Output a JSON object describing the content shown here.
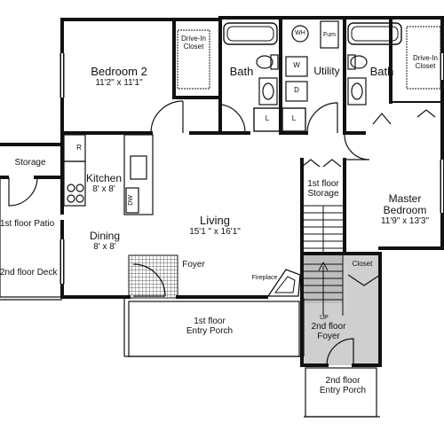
{
  "plan": {
    "rooms": {
      "bedroom2": {
        "name": "Bedroom 2",
        "dims": "11'2\" x 11'1\""
      },
      "drive_in_closet_left": {
        "line1": "Drive-In",
        "line2": "Closet"
      },
      "bath_left": {
        "name": "Bath"
      },
      "utility": {
        "name": "Utility"
      },
      "bath_right": {
        "name": "Bath"
      },
      "drive_in_closet_right": {
        "line1": "Drive-In",
        "line2": "Closet"
      },
      "storage": {
        "name": "Storage"
      },
      "kitchen": {
        "name": "Kitchen",
        "dims": "8' x 8'"
      },
      "first_floor_patio": {
        "name": "1st floor Patio"
      },
      "second_floor_deck": {
        "name": "2nd floor Deck"
      },
      "dining": {
        "name": "Dining",
        "dims": "8' x 8'"
      },
      "living": {
        "name": "Living",
        "dims": "15'1 \" x 16'1\""
      },
      "foyer": {
        "name": "Foyer"
      },
      "fireplace": {
        "name": "Fireplace"
      },
      "first_floor_storage": {
        "line1": "1st floor",
        "line2": "Storage"
      },
      "master_bedroom": {
        "line1": "Master",
        "line2": "Bedroom",
        "dims": "11'9\" x 13'3\""
      },
      "closet": {
        "name": "Closet"
      },
      "first_floor_entry_porch": {
        "line1": "1st floor",
        "line2": "Entry Porch"
      },
      "second_floor_foyer": {
        "line1": "2nd floor",
        "line2": "Foyer"
      },
      "second_floor_entry_porch": {
        "line1": "2nd floor",
        "line2": "Entry Porch"
      }
    },
    "fixtures": {
      "water_heater": "WH",
      "furnace": "Fum",
      "washer": "W",
      "dryer": "D",
      "linen_left": "L",
      "linen_right": "L",
      "refrigerator": "R",
      "dishwasher": "DW",
      "stair_up": "UP"
    }
  }
}
